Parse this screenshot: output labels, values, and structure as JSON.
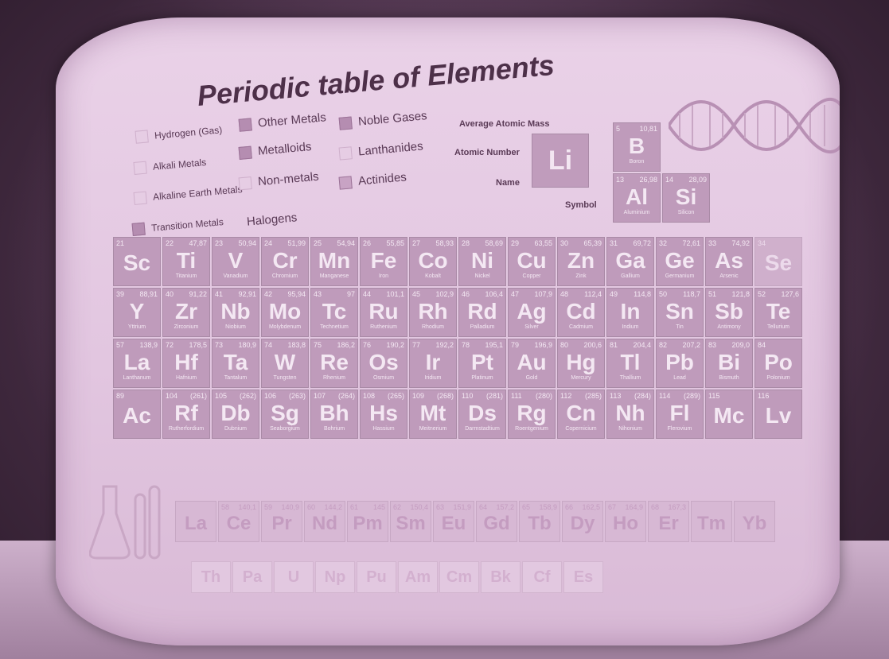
{
  "title": "Periodic table of Elements",
  "legend": [
    {
      "label": "Hydrogen (Gas)",
      "size": "small",
      "swatch": "light"
    },
    {
      "label": "Alkali Metals",
      "size": "small",
      "swatch": "light"
    },
    {
      "label": "Alkaline Earth Metals",
      "size": "small",
      "swatch": "light"
    },
    {
      "label": "Transition Metals",
      "size": "small",
      "swatch": "dark"
    },
    {
      "label": "Other Metals",
      "size": "big",
      "swatch": "dark"
    },
    {
      "label": "Metalloids",
      "size": "big",
      "swatch": "dark"
    },
    {
      "label": "Non-metals",
      "size": "big",
      "swatch": "light"
    },
    {
      "label": "Halogens",
      "size": "big",
      "swatch": "none"
    },
    {
      "label": "Noble Gases",
      "size": "big",
      "swatch": "dark"
    },
    {
      "label": "Lanthanides",
      "size": "big",
      "swatch": "light"
    },
    {
      "label": "Actinides",
      "size": "big",
      "swatch": "mid"
    }
  ],
  "key": {
    "average_atomic_mass_label": "Average Atomic Mass",
    "atomic_number_label": "Atomic Number",
    "name_label": "Name",
    "symbol_label": "Symbol",
    "example_symbol": "Li"
  },
  "elements": [
    {
      "num": "21",
      "mass": "",
      "sym": "Sc",
      "name": "",
      "pale": false
    },
    {
      "num": "22",
      "mass": "47,87",
      "sym": "Ti",
      "name": "Titanium",
      "pale": false
    },
    {
      "num": "23",
      "mass": "50,94",
      "sym": "V",
      "name": "Vanadium",
      "pale": false
    },
    {
      "num": "24",
      "mass": "51,99",
      "sym": "Cr",
      "name": "Chromium",
      "pale": false
    },
    {
      "num": "25",
      "mass": "54,94",
      "sym": "Mn",
      "name": "Manganese",
      "pale": false
    },
    {
      "num": "26",
      "mass": "55,85",
      "sym": "Fe",
      "name": "Iron",
      "pale": false
    },
    {
      "num": "27",
      "mass": "58,93",
      "sym": "Co",
      "name": "Kobalt",
      "pale": false
    },
    {
      "num": "28",
      "mass": "58,69",
      "sym": "Ni",
      "name": "Nickel",
      "pale": false
    },
    {
      "num": "29",
      "mass": "63,55",
      "sym": "Cu",
      "name": "Copper",
      "pale": false
    },
    {
      "num": "30",
      "mass": "65,39",
      "sym": "Zn",
      "name": "Zink",
      "pale": false
    },
    {
      "num": "31",
      "mass": "69,72",
      "sym": "Ga",
      "name": "Gallium",
      "pale": false
    },
    {
      "num": "32",
      "mass": "72,61",
      "sym": "Ge",
      "name": "Germanium",
      "pale": false
    },
    {
      "num": "33",
      "mass": "74,92",
      "sym": "As",
      "name": "Arsenic",
      "pale": false
    },
    {
      "num": "34",
      "mass": "",
      "sym": "Se",
      "name": "",
      "pale": true
    },
    {
      "num": "39",
      "mass": "88,91",
      "sym": "Y",
      "name": "Yttrium",
      "pale": false
    },
    {
      "num": "40",
      "mass": "91,22",
      "sym": "Zr",
      "name": "Zirconium",
      "pale": false
    },
    {
      "num": "41",
      "mass": "92,91",
      "sym": "Nb",
      "name": "Niobium",
      "pale": false
    },
    {
      "num": "42",
      "mass": "95,94",
      "sym": "Mo",
      "name": "Molybdenum",
      "pale": false
    },
    {
      "num": "43",
      "mass": "97",
      "sym": "Tc",
      "name": "Technetium",
      "pale": false
    },
    {
      "num": "44",
      "mass": "101,1",
      "sym": "Ru",
      "name": "Ruthenium",
      "pale": false
    },
    {
      "num": "45",
      "mass": "102,9",
      "sym": "Rh",
      "name": "Rhodium",
      "pale": false
    },
    {
      "num": "46",
      "mass": "106,4",
      "sym": "Rd",
      "name": "Palladium",
      "pale": false
    },
    {
      "num": "47",
      "mass": "107,9",
      "sym": "Ag",
      "name": "Silver",
      "pale": false
    },
    {
      "num": "48",
      "mass": "112,4",
      "sym": "Cd",
      "name": "Cadmium",
      "pale": false
    },
    {
      "num": "49",
      "mass": "114,8",
      "sym": "In",
      "name": "Indium",
      "pale": false
    },
    {
      "num": "50",
      "mass": "118,7",
      "sym": "Sn",
      "name": "Tin",
      "pale": false
    },
    {
      "num": "51",
      "mass": "121,8",
      "sym": "Sb",
      "name": "Antimony",
      "pale": false
    },
    {
      "num": "52",
      "mass": "127,6",
      "sym": "Te",
      "name": "Tellurium",
      "pale": false
    },
    {
      "num": "57",
      "mass": "138,9",
      "sym": "La",
      "name": "Lanthanum",
      "pale": false
    },
    {
      "num": "72",
      "mass": "178,5",
      "sym": "Hf",
      "name": "Hafnium",
      "pale": false
    },
    {
      "num": "73",
      "mass": "180,9",
      "sym": "Ta",
      "name": "Tantalum",
      "pale": false
    },
    {
      "num": "74",
      "mass": "183,8",
      "sym": "W",
      "name": "Tungsten",
      "pale": false
    },
    {
      "num": "75",
      "mass": "186,2",
      "sym": "Re",
      "name": "Rhenium",
      "pale": false
    },
    {
      "num": "76",
      "mass": "190,2",
      "sym": "Os",
      "name": "Osmium",
      "pale": false
    },
    {
      "num": "77",
      "mass": "192,2",
      "sym": "Ir",
      "name": "Iridium",
      "pale": false
    },
    {
      "num": "78",
      "mass": "195,1",
      "sym": "Pt",
      "name": "Platinum",
      "pale": false
    },
    {
      "num": "79",
      "mass": "196,9",
      "sym": "Au",
      "name": "Gold",
      "pale": false
    },
    {
      "num": "80",
      "mass": "200,6",
      "sym": "Hg",
      "name": "Mercury",
      "pale": false
    },
    {
      "num": "81",
      "mass": "204,4",
      "sym": "Tl",
      "name": "Thallium",
      "pale": false
    },
    {
      "num": "82",
      "mass": "207,2",
      "sym": "Pb",
      "name": "Lead",
      "pale": false
    },
    {
      "num": "83",
      "mass": "209,0",
      "sym": "Bi",
      "name": "Bismuth",
      "pale": false
    },
    {
      "num": "84",
      "mass": "",
      "sym": "Po",
      "name": "Polonium",
      "pale": false
    },
    {
      "num": "89",
      "mass": "",
      "sym": "Ac",
      "name": "",
      "pale": false
    },
    {
      "num": "104",
      "mass": "(261)",
      "sym": "Rf",
      "name": "Rutherfordium",
      "pale": false
    },
    {
      "num": "105",
      "mass": "(262)",
      "sym": "Db",
      "name": "Dubnium",
      "pale": false
    },
    {
      "num": "106",
      "mass": "(263)",
      "sym": "Sg",
      "name": "Seaborgium",
      "pale": false
    },
    {
      "num": "107",
      "mass": "(264)",
      "sym": "Bh",
      "name": "Bohrium",
      "pale": false
    },
    {
      "num": "108",
      "mass": "(265)",
      "sym": "Hs",
      "name": "Hassium",
      "pale": false
    },
    {
      "num": "109",
      "mass": "(268)",
      "sym": "Mt",
      "name": "Meitnerium",
      "pale": false
    },
    {
      "num": "110",
      "mass": "(281)",
      "sym": "Ds",
      "name": "Darmstadtium",
      "pale": false
    },
    {
      "num": "111",
      "mass": "(280)",
      "sym": "Rg",
      "name": "Roentgenium",
      "pale": false
    },
    {
      "num": "112",
      "mass": "(285)",
      "sym": "Cn",
      "name": "Copernicium",
      "pale": false
    },
    {
      "num": "113",
      "mass": "(284)",
      "sym": "Nh",
      "name": "Nihonium",
      "pale": false
    },
    {
      "num": "114",
      "mass": "(289)",
      "sym": "Fl",
      "name": "Flerovium",
      "pale": false
    },
    {
      "num": "115",
      "mass": "",
      "sym": "Mc",
      "name": "",
      "pale": false
    },
    {
      "num": "116",
      "mass": "",
      "sym": "Lv",
      "name": "",
      "pale": false
    }
  ],
  "upper_right": [
    {
      "num": "5",
      "mass": "10,81",
      "sym": "B",
      "name": "Boron"
    },
    {
      "num": "13",
      "mass": "26,98",
      "sym": "Al",
      "name": "Aluminium"
    },
    {
      "num": "14",
      "mass": "28,09",
      "sym": "Si",
      "name": "Silicon"
    }
  ],
  "lanthanides": [
    {
      "num": "",
      "mass": "",
      "sym": "La"
    },
    {
      "num": "58",
      "mass": "140,1",
      "sym": "Ce"
    },
    {
      "num": "59",
      "mass": "140,9",
      "sym": "Pr"
    },
    {
      "num": "60",
      "mass": "144,2",
      "sym": "Nd"
    },
    {
      "num": "61",
      "mass": "145",
      "sym": "Pm"
    },
    {
      "num": "62",
      "mass": "150,4",
      "sym": "Sm"
    },
    {
      "num": "63",
      "mass": "151,9",
      "sym": "Eu"
    },
    {
      "num": "64",
      "mass": "157,2",
      "sym": "Gd"
    },
    {
      "num": "65",
      "mass": "158,9",
      "sym": "Tb"
    },
    {
      "num": "66",
      "mass": "162,5",
      "sym": "Dy"
    },
    {
      "num": "67",
      "mass": "164,9",
      "sym": "Ho"
    },
    {
      "num": "68",
      "mass": "167,3",
      "sym": "Er"
    },
    {
      "num": "",
      "mass": "",
      "sym": "Tm"
    },
    {
      "num": "",
      "mass": "",
      "sym": "Yb"
    }
  ],
  "actinides": [
    {
      "sym": "Th"
    },
    {
      "sym": "Pa"
    },
    {
      "sym": "U"
    },
    {
      "sym": "Np"
    },
    {
      "sym": "Pu"
    },
    {
      "sym": "Am"
    },
    {
      "sym": "Cm"
    },
    {
      "sym": "Bk"
    },
    {
      "sym": "Cf"
    },
    {
      "sym": "Es"
    }
  ],
  "colors": {
    "tile": "#bf9bbb",
    "board": "#e6cde4",
    "ink": "#4d3049"
  }
}
